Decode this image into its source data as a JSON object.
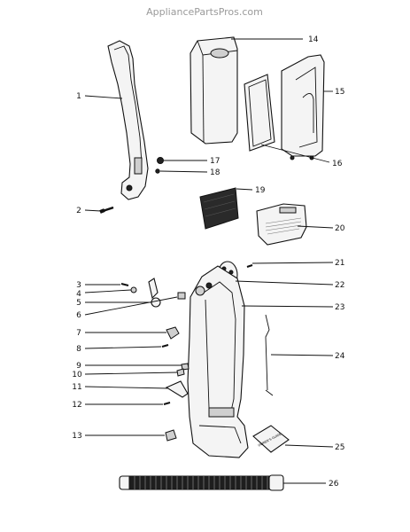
{
  "header": {
    "site": "AppliancePartsPros.com"
  },
  "parts": [
    {
      "key": "p1",
      "num": "1"
    },
    {
      "key": "p2",
      "num": "2"
    },
    {
      "key": "p3",
      "num": "3"
    },
    {
      "key": "p4",
      "num": "4"
    },
    {
      "key": "p5",
      "num": "5"
    },
    {
      "key": "p6",
      "num": "6"
    },
    {
      "key": "p7",
      "num": "7"
    },
    {
      "key": "p8",
      "num": "8"
    },
    {
      "key": "p9",
      "num": "9"
    },
    {
      "key": "p10",
      "num": "10"
    },
    {
      "key": "p11",
      "num": "11"
    },
    {
      "key": "p12",
      "num": "12"
    },
    {
      "key": "p13",
      "num": "13"
    },
    {
      "key": "p14",
      "num": "14"
    },
    {
      "key": "p15",
      "num": "15"
    },
    {
      "key": "p16",
      "num": "16"
    },
    {
      "key": "p17",
      "num": "17"
    },
    {
      "key": "p18",
      "num": "18"
    },
    {
      "key": "p19",
      "num": "19"
    },
    {
      "key": "p20",
      "num": "20"
    },
    {
      "key": "p21",
      "num": "21"
    },
    {
      "key": "p22",
      "num": "22"
    },
    {
      "key": "p23",
      "num": "23"
    },
    {
      "key": "p24",
      "num": "24"
    },
    {
      "key": "p25",
      "num": "25"
    },
    {
      "key": "p26",
      "num": "26"
    }
  ],
  "manual_text": "OWNER'S GUIDE"
}
